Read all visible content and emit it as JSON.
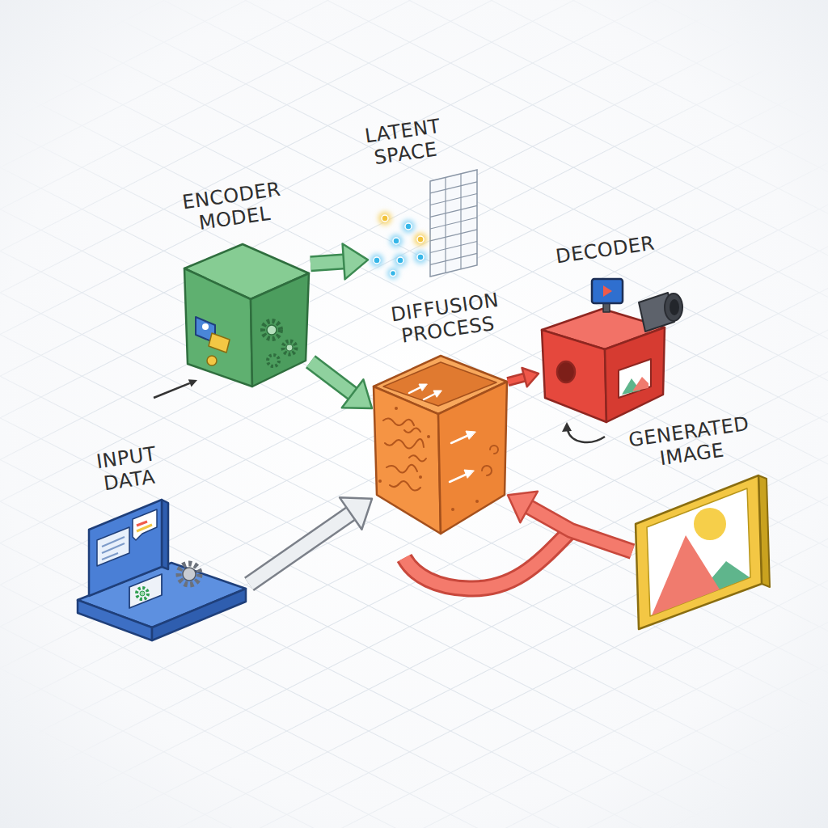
{
  "diagram": {
    "nodes": [
      {
        "text": [
          "LATENT SPACE"
        ]
      },
      {
        "text": [
          "ENCODER MODEL"
        ]
      },
      {
        "text": [
          "DECODER"
        ]
      },
      {
        "text": [
          "DIFFUSION PROCESS"
        ]
      },
      {
        "text": [
          "GENERATED IMAGE"
        ]
      },
      {
        "text": [
          "INPUT DATA"
        ]
      }
    ],
    "edges": [
      {
        "from": 1,
        "to": 0,
        "arrow": "to"
      },
      {
        "from": 1,
        "to": 3,
        "arrow": "to"
      },
      {
        "from": 3,
        "to": 2,
        "arrow": "to"
      },
      {
        "from": 5,
        "to": 3,
        "arrow": "to"
      },
      {
        "from": 4,
        "to": 3,
        "arrow": "to"
      }
    ]
  }
}
